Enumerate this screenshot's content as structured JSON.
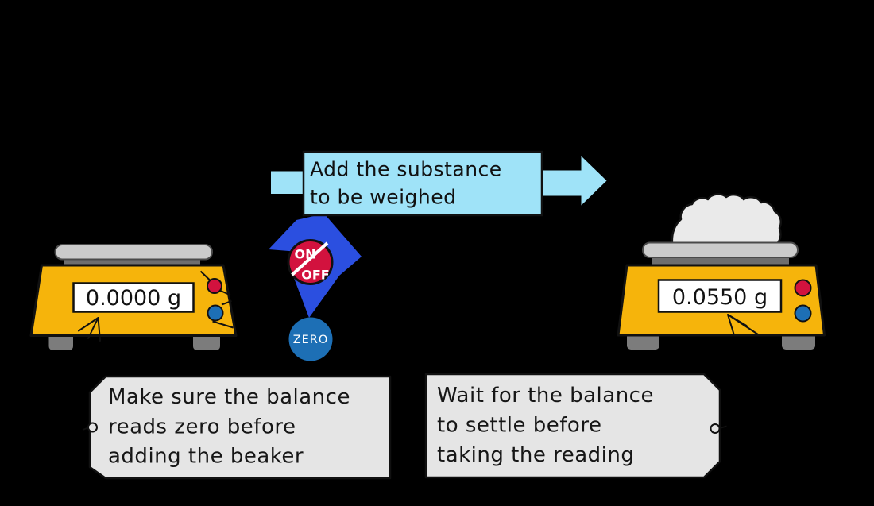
{
  "banner": {
    "lines": [
      "Add the substance",
      "to be weighed"
    ]
  },
  "controls": {
    "on_off_button": {
      "top": "ON",
      "bottom": "OFF"
    },
    "zero_button": {
      "label": "ZERO"
    }
  },
  "balances": {
    "left": {
      "display": "0.0000 g"
    },
    "right": {
      "display": "0.0550 g"
    }
  },
  "notes": {
    "left": {
      "lines": [
        "Make sure the balance",
        "reads zero before",
        "adding the beaker"
      ]
    },
    "right": {
      "lines": [
        "Wait for the balance",
        "to settle before",
        "taking the reading"
      ]
    }
  },
  "colors": {
    "background": "#000000",
    "arrow_blue": "#9FE3F8",
    "bolt_blue": "#2B4FE0",
    "red": "#D2123E",
    "button_blue": "#1D6FB5",
    "body_yellow": "#F6B40B",
    "platform_gray": "#CBCBCB",
    "pedestal_gray": "#6E6E6E",
    "foot_gray": "#7C7C7C",
    "note_gray": "#E5E5E5",
    "substance_white": "#EAEAEA",
    "display_white": "#FFFFFF"
  }
}
